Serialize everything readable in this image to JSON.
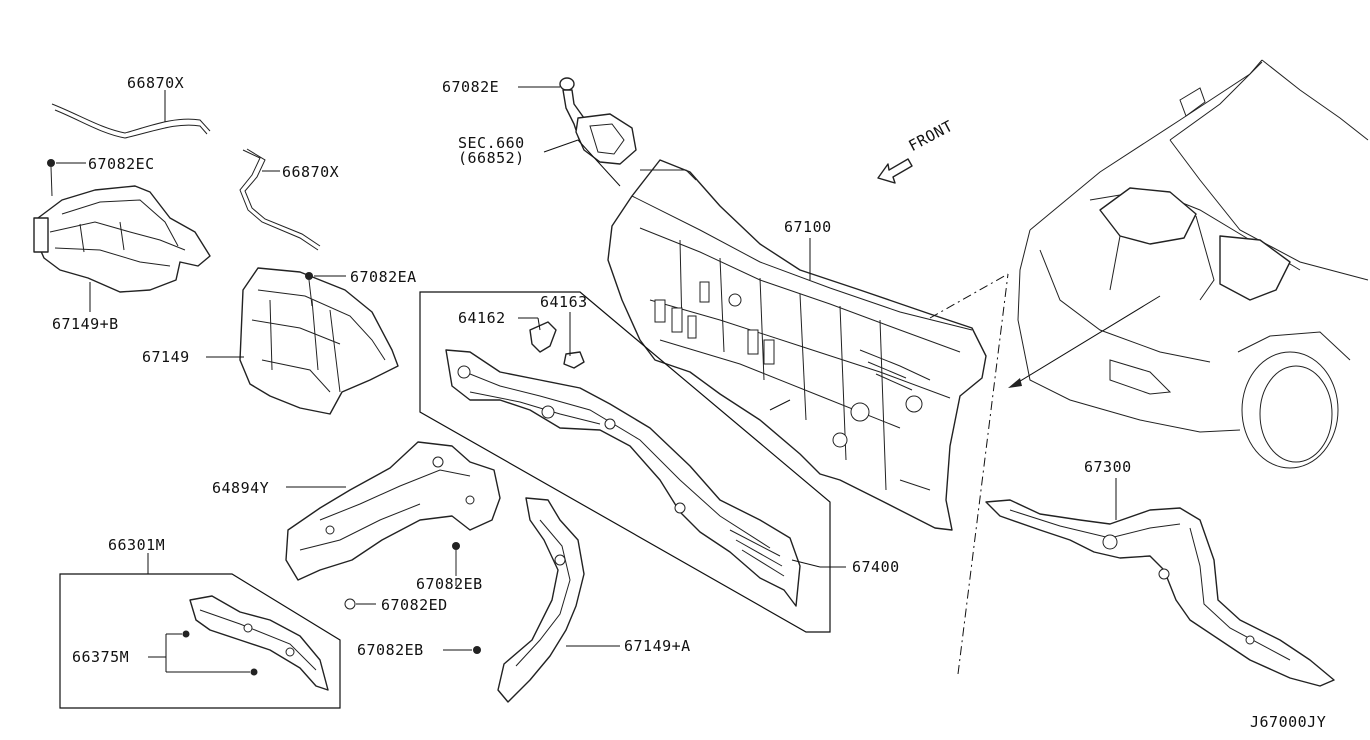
{
  "diagram": {
    "labels": {
      "l_66870x_top": "66870X",
      "l_67082ec": "67082EC",
      "l_66870x_mid": "66870X",
      "l_67149b": "67149+B",
      "l_67082ea": "67082EA",
      "l_67149": "67149",
      "l_67082e": "67082E",
      "l_sec660": "SEC.660",
      "l_66852": "(66852)",
      "l_front": "FRONT",
      "l_67100": "67100",
      "l_64162": "64162",
      "l_64163": "64163",
      "l_64894y": "64894Y",
      "l_67400": "67400",
      "l_66301m": "66301M",
      "l_66375m": "66375M",
      "l_67082eb_mid": "67082EB",
      "l_67082ed": "67082ED",
      "l_67082eb_low": "67082EB",
      "l_67149a": "67149+A",
      "l_67300": "67300",
      "l_diagram_code": "J67000JY"
    }
  }
}
